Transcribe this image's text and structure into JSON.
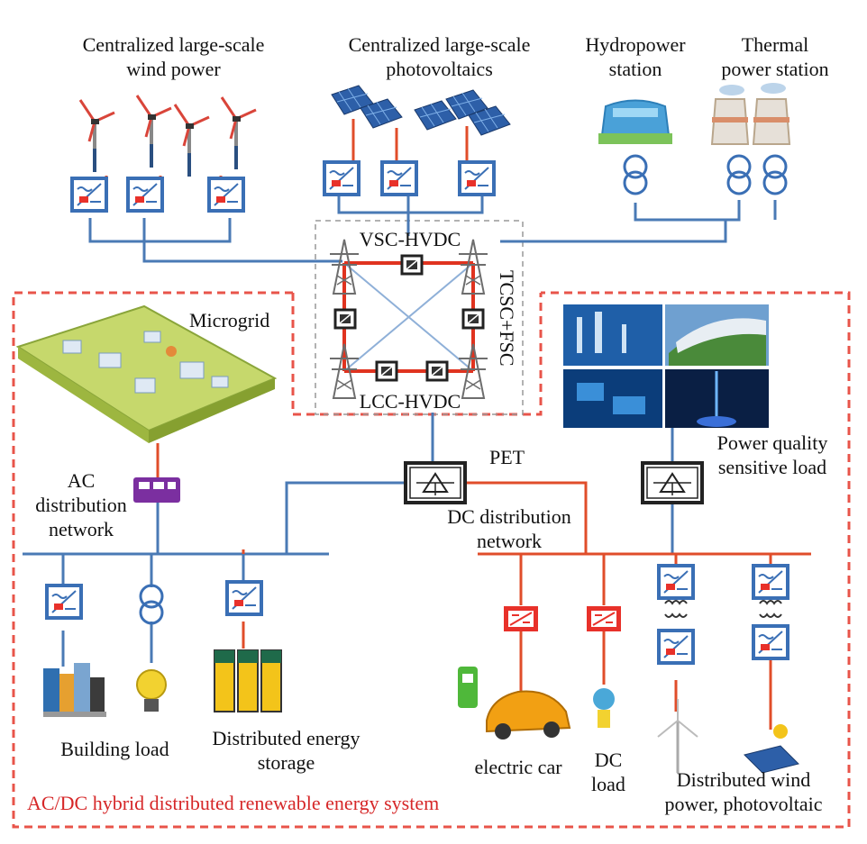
{
  "labels": {
    "wind_power": "Centralized large-scale\nwind power",
    "photovoltaics": "Centralized large-scale\nphotovoltaics",
    "hydropower": "Hydropower\nstation",
    "thermal": "Thermal\npower station",
    "vsc_hvdc": "VSC-HVDC",
    "lcc_hvdc": "LCC-HVDC",
    "tcsc_fsc": "TCSC+FSC",
    "microgrid": "Microgrid",
    "pet": "PET",
    "ac_network": "AC\ndistribution\nnetwork",
    "dc_network": "DC distribution\nnetwork",
    "power_quality": "Power quality\nsensitive load",
    "building_load": "Building load",
    "energy_storage": "Distributed energy\nstorage",
    "electric_car": "electric car",
    "dc_load": "DC\nload",
    "dist_wind_pv": "Distributed wind\npower, photovoltaic",
    "system_title": "AC/DC hybrid distributed renewable energy system"
  },
  "colors": {
    "blue_line": "#4a7ab5",
    "red_line": "#e04d2a",
    "dash_red": "#e8544a",
    "converter_blue": "#3a6fb5",
    "converter_red": "#e8312a",
    "pylon_gray": "#6d6d6d",
    "purple": "#7b2fa0"
  }
}
